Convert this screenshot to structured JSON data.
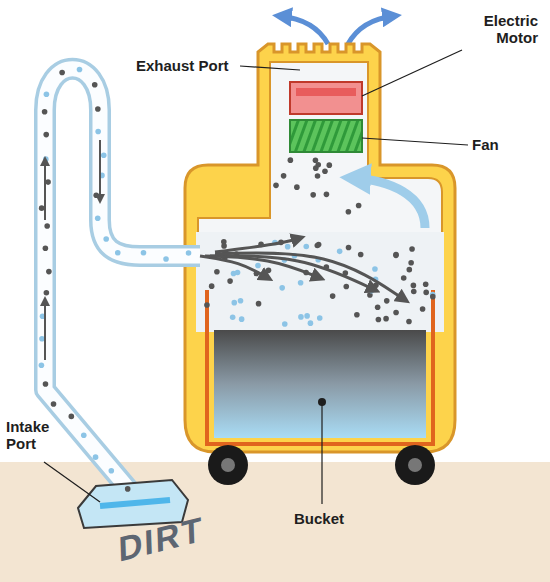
{
  "diagram": {
    "labels": [
      "Exhaust Port",
      "Electric Motor",
      "Fan",
      "Intake Port",
      "Bucket",
      "DIRT"
    ]
  }
}
